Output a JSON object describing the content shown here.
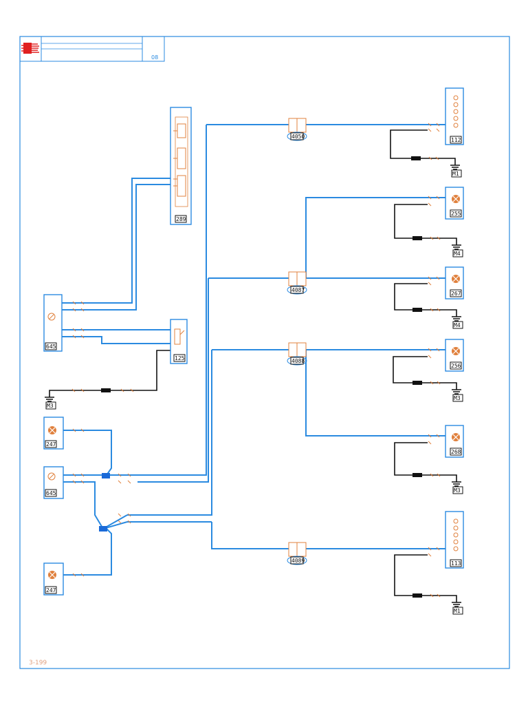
{
  "header": {
    "code": "08",
    "logo_icon": "wiring-harness-icon"
  },
  "footer": {
    "page_ref": "3-199"
  },
  "colors": {
    "wire": "#2a8ae0",
    "component": "#e0803c",
    "ground": "#111111",
    "logo": "#e02020"
  },
  "components": {
    "c289": "289",
    "c112": "112",
    "c255": "255",
    "c267": "267",
    "c256": "256",
    "c268": "268",
    "c113": "113",
    "c645a": "645",
    "c125": "125",
    "c247a": "247",
    "c645b": "645",
    "c247b": "247"
  },
  "connectors": {
    "r4050": "4050",
    "r4087": "4087",
    "r4088": "4088",
    "r4089": "4089"
  },
  "grounds": {
    "g1": "M1",
    "g2": "M4",
    "g3": "M4",
    "g4": "M3",
    "g5": "M3",
    "g6": "M1",
    "g7": "M3"
  }
}
